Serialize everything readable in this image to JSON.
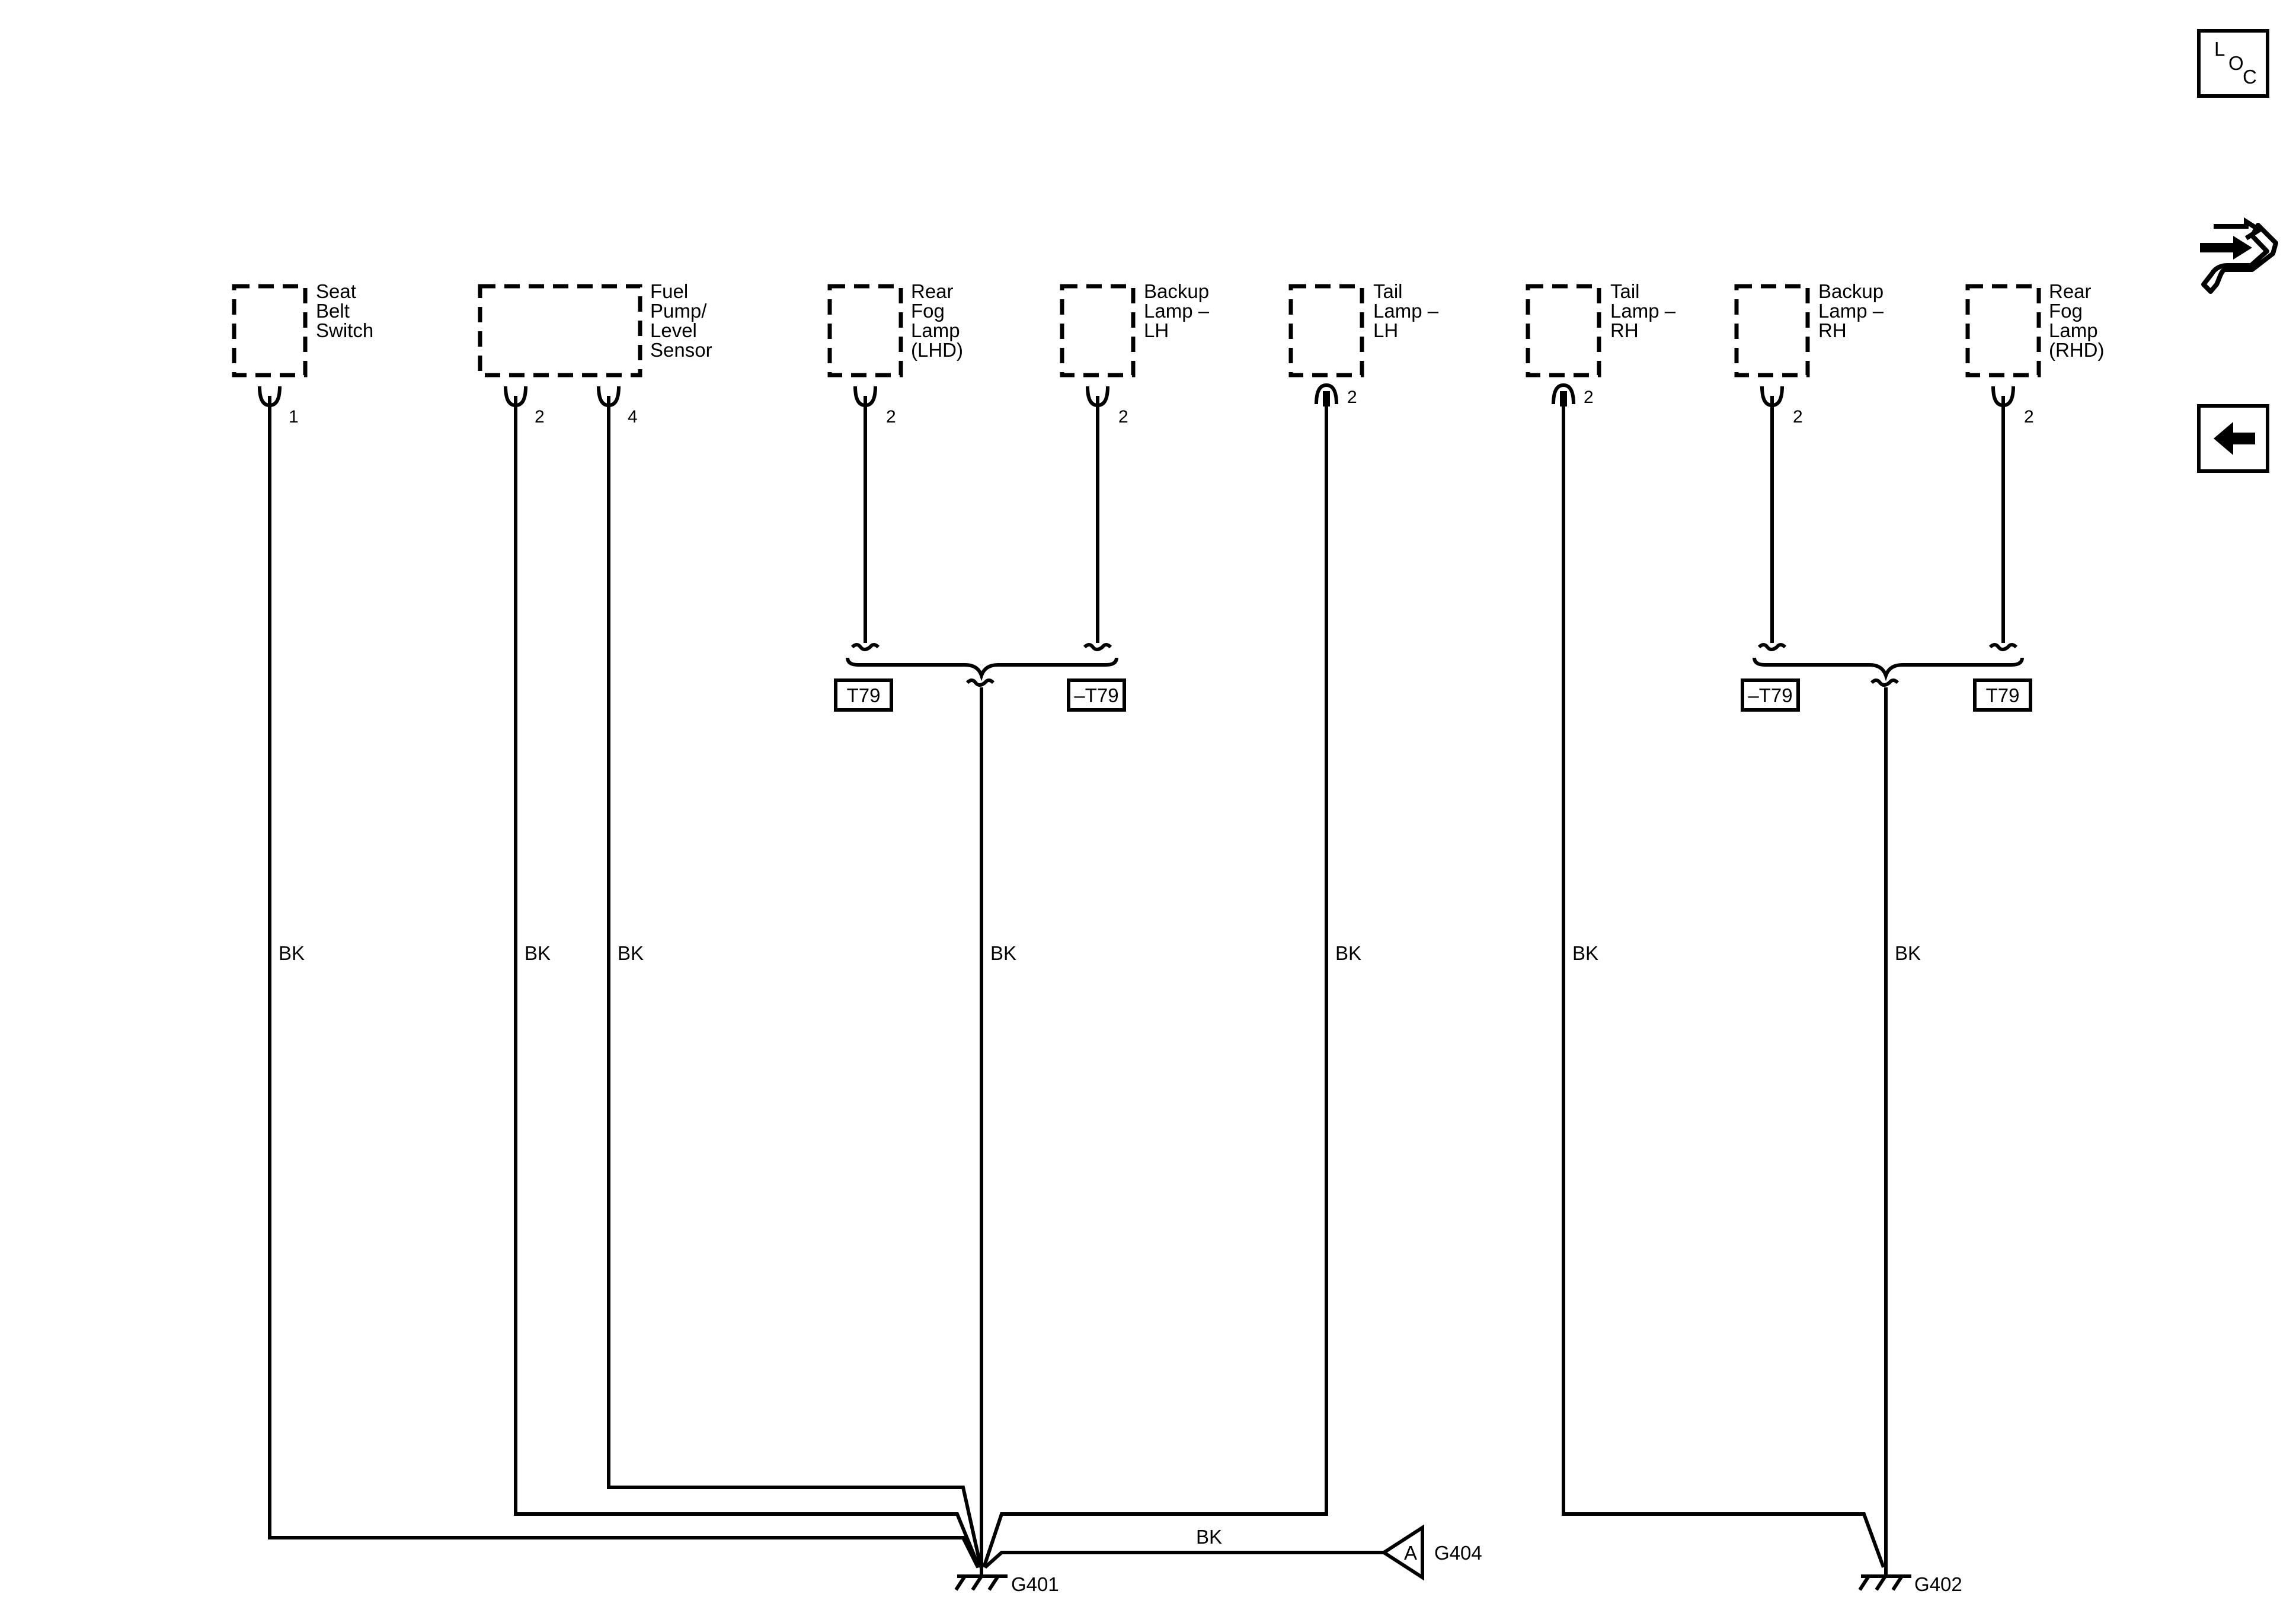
{
  "components": [
    {
      "id": "seat-belt-switch",
      "lines": [
        "Seat",
        "Belt",
        "Switch"
      ],
      "pins": [
        "1"
      ]
    },
    {
      "id": "fuel-pump-level-sensor",
      "lines": [
        "Fuel",
        "Pump/",
        "Level",
        "Sensor"
      ],
      "pins": [
        "2",
        "4"
      ]
    },
    {
      "id": "rear-fog-lamp-lhd",
      "lines": [
        "Rear",
        "Fog",
        "Lamp",
        "(LHD)"
      ],
      "pins": [
        "2"
      ]
    },
    {
      "id": "backup-lamp-lh",
      "lines": [
        "Backup",
        "Lamp –",
        "LH"
      ],
      "pins": [
        "2"
      ]
    },
    {
      "id": "tail-lamp-lh",
      "lines": [
        "Tail",
        "Lamp –",
        "LH"
      ],
      "pins": [
        "2"
      ]
    },
    {
      "id": "tail-lamp-rh",
      "lines": [
        "Tail",
        "Lamp –",
        "RH"
      ],
      "pins": [
        "2"
      ]
    },
    {
      "id": "backup-lamp-rh",
      "lines": [
        "Backup",
        "Lamp –",
        "RH"
      ],
      "pins": [
        "2"
      ]
    },
    {
      "id": "rear-fog-lamp-rhd",
      "lines": [
        "Rear",
        "Fog",
        "Lamp",
        "(RHD)"
      ],
      "pins": [
        "2"
      ]
    }
  ],
  "wire_color": "BK",
  "options": {
    "left_t79": "T79",
    "left_not_t79": "–T79",
    "right_not_t79": "–T79",
    "right_t79": "T79"
  },
  "grounds": {
    "g401": "G401",
    "g402": "G402",
    "g404": "G404",
    "g404_ref": "A"
  },
  "nav": {
    "loc_letters": [
      "L",
      "O",
      "C"
    ],
    "loc_icon": "location-icon",
    "connector_icon": "connector-wrench-icon",
    "back_icon": "back-arrow-icon"
  }
}
